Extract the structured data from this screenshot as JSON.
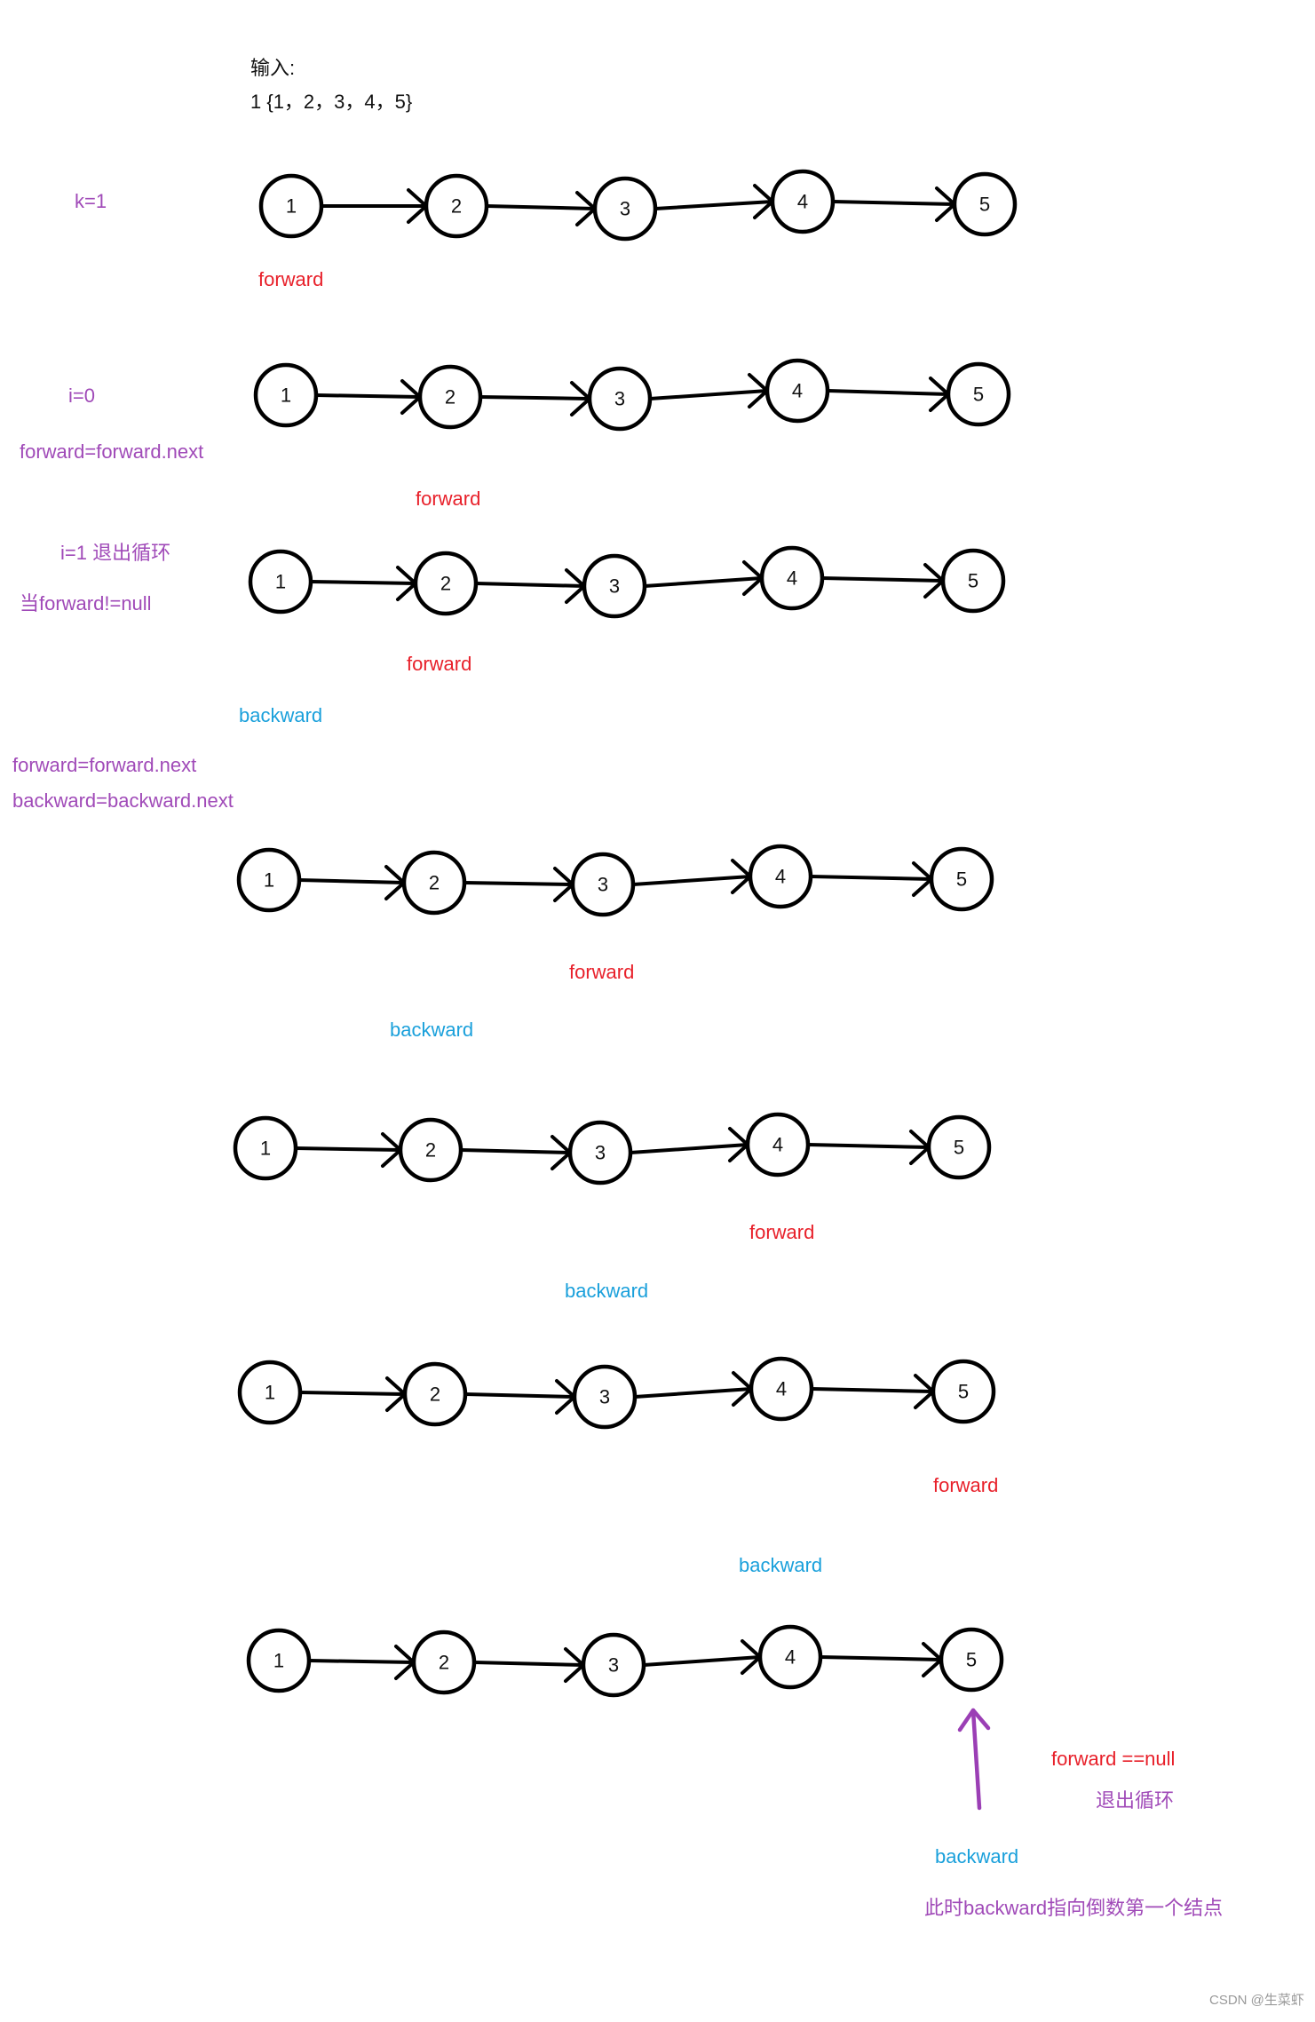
{
  "input": {
    "title": "输入:",
    "value": "1 {1，2，3，4，5}"
  },
  "steps": [
    {
      "nodes": [
        "1",
        "2",
        "3",
        "4",
        "5"
      ]
    },
    {
      "nodes": [
        "1",
        "2",
        "3",
        "4",
        "5"
      ]
    },
    {
      "nodes": [
        "1",
        "2",
        "3",
        "4",
        "5"
      ]
    },
    {
      "nodes": [
        "1",
        "2",
        "3",
        "4",
        "5"
      ]
    },
    {
      "nodes": [
        "1",
        "2",
        "3",
        "4",
        "5"
      ]
    },
    {
      "nodes": [
        "1",
        "2",
        "3",
        "4",
        "5"
      ]
    },
    {
      "nodes": [
        "1",
        "2",
        "3",
        "4",
        "5"
      ]
    }
  ],
  "labels": {
    "k": "k=1",
    "forward1": "forward",
    "i0": "i=0",
    "forward_next1": "forward=forward.next",
    "forward2": "forward",
    "i1_exit": "i=1 退出循环",
    "while_cond": "当forward!=null",
    "forward3": "forward",
    "backward3": "backward",
    "forward_next2": "forward=forward.next",
    "backward_next": "backward=backward.next",
    "forward4": "forward",
    "backward4": "backward",
    "forward5": "forward",
    "backward5": "backward",
    "forward6": "forward",
    "backward6": "backward",
    "forward_null": "forward ==null",
    "exit_loop": "退出循环",
    "backward7": "backward",
    "conclusion": "此时backward指向倒数第一个结点"
  },
  "watermark": "CSDN @生菜虾",
  "colors": {
    "forward": "#e8202a",
    "backward": "#1aa0db",
    "annotation": "#a04ab8",
    "node_stroke": "#000000"
  }
}
